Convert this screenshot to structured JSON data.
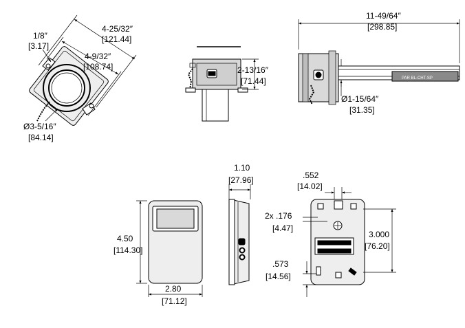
{
  "views": {
    "duct_end": {
      "flange_thickness": {
        "inch": "1/8″",
        "mm": "[3.17]"
      },
      "outer_width": {
        "inch": "4-25/32″",
        "mm": "[121.44]"
      },
      "inner_width": {
        "inch": "4-9/32″",
        "mm": "[108.74]"
      },
      "diameter": {
        "inch": "Ø3-5/16″",
        "mm": "[84.14]"
      }
    },
    "duct_side": {
      "height": {
        "inch": "2-13/16″",
        "mm": "[71.44]"
      }
    },
    "duct_probe": {
      "total_length": {
        "inch": "11-49/64″",
        "mm": "[298.85]"
      },
      "probe_diameter": {
        "inch": "Ø1-15/64″",
        "mm": "[31.35]"
      },
      "probe_label": "PAR BL-CHT-SP"
    },
    "wall_front": {
      "height": {
        "inch": "4.50",
        "mm": "[114.30]"
      },
      "width": {
        "inch": "2.80",
        "mm": "[71.12]"
      }
    },
    "wall_side": {
      "depth": {
        "inch": "1.10",
        "mm": "[27.96]"
      }
    },
    "wall_back": {
      "top_offset": {
        "inch": ".552",
        "mm": "[14.02]"
      },
      "holes": {
        "inch": "2x .176",
        "mm": "[4.47]"
      },
      "hole_spacing": {
        "inch": "3.000",
        "mm": "[76.20]"
      },
      "bottom_offset": {
        "inch": ".573",
        "mm": "[14.56]"
      }
    }
  }
}
